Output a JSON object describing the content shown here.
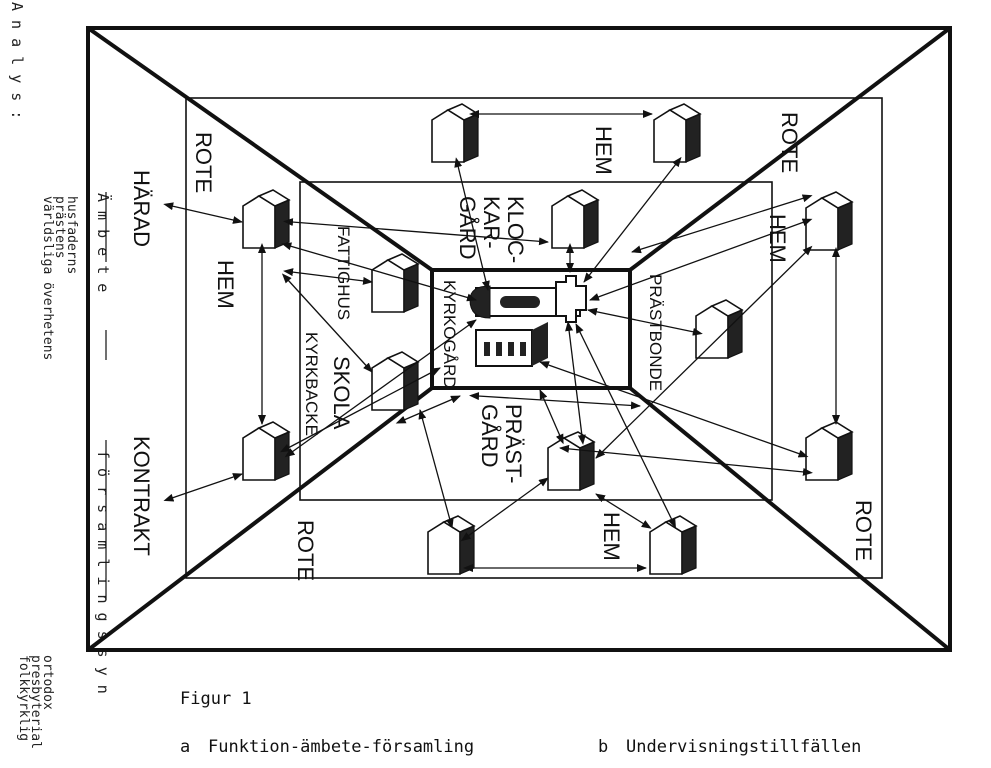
{
  "left_margin": {
    "spaced_title": "A n a l y s :",
    "ambete": "Ä m b e t e",
    "ambete_lines": [
      "husfaderns",
      "prästens",
      "världsliga överhetens"
    ],
    "forsamling": "f ö r s a m l i n g s s y n",
    "forsamling_lines": [
      "ortodox",
      "presbyterial",
      "folkkyrklig"
    ]
  },
  "diagram": {
    "outer_left": "HÄRAD",
    "outer_left2": "KONTRAKT",
    "rote_tl": "ROTE",
    "rote_tr": "ROTE",
    "rote_bl": "ROTE",
    "rote_br": "ROTE",
    "hem_top": "HEM",
    "hem_left": "HEM",
    "hem_right": "HEM",
    "hem_bottom": "HEM",
    "klockargard": [
      "KLOC-",
      "KAR-",
      "GÅRD"
    ],
    "fattighus": "FATTIGHUS",
    "kyrkbacke": "KYRKBACKE",
    "skola": "SKOLA",
    "kyrkogard": "KYRKOGÅRD",
    "prastbonde": "PRÄSTBONDE",
    "prastgard": [
      "PRÄST-",
      "GÅRD"
    ]
  },
  "caption": {
    "figure": "Figur 1",
    "a_letter": "a",
    "a_text": "Funktion-ämbete-församling",
    "b_letter": "b",
    "b_text": "Undervisningstillfällen"
  }
}
